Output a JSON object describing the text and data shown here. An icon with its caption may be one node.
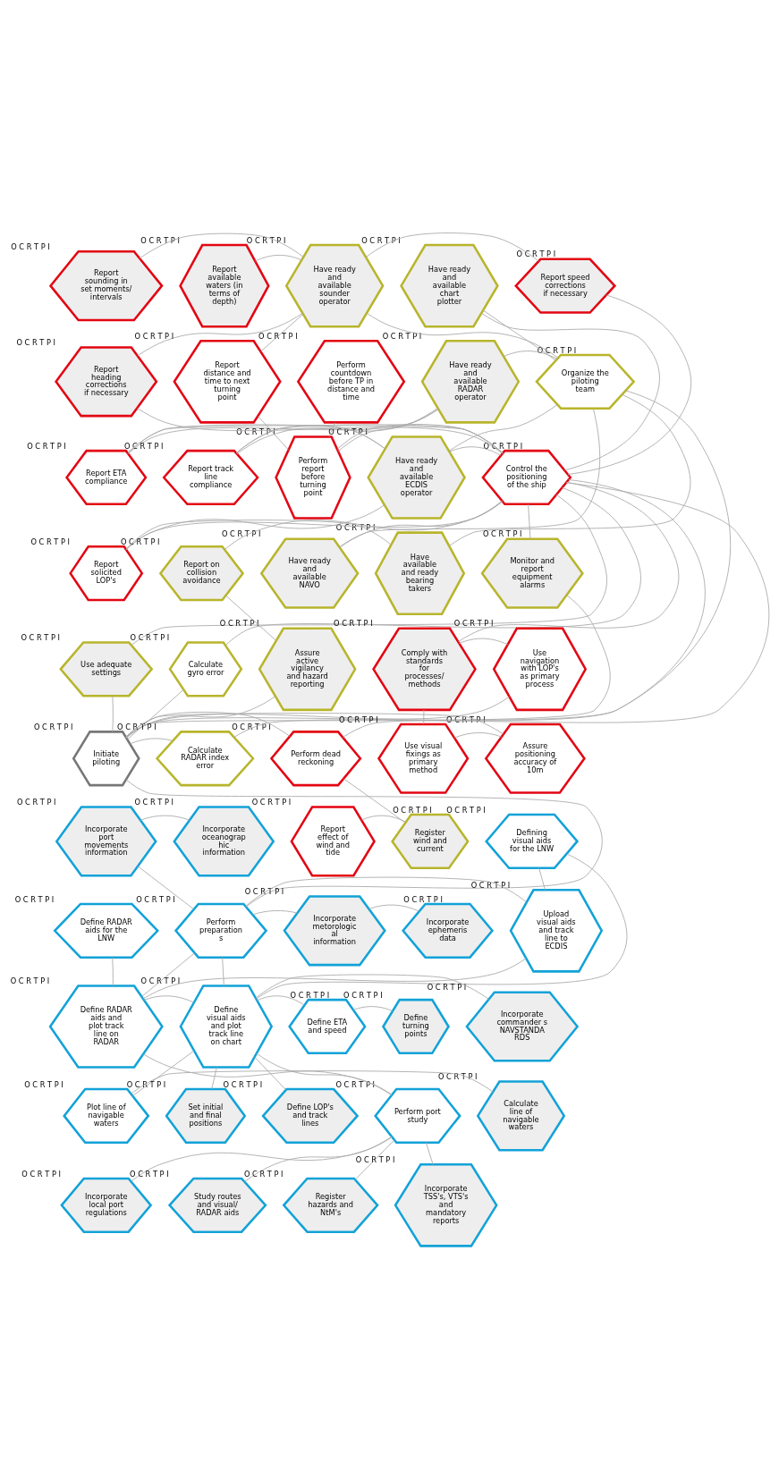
{
  "diagram": {
    "nodes": [
      {
        "text": [
          "Report sounding in set moments/ intervals"
        ],
        "beside": [
          "O",
          "C",
          "R",
          "T",
          "P",
          "I"
        ]
      },
      {
        "text": [
          "Report available waters (in terms of depth)"
        ],
        "beside": [
          "O",
          "C",
          "R",
          "T",
          "P",
          "I"
        ]
      },
      {
        "text": [
          "Have ready and available sounder operator"
        ],
        "beside": [
          "O",
          "C",
          "R",
          "T",
          "P",
          "I"
        ]
      },
      {
        "text": [
          "Have ready and available chart plotter"
        ],
        "beside": [
          "O",
          "C",
          "R",
          "T",
          "P",
          "I"
        ]
      },
      {
        "text": [
          "Report speed corrections if necessary"
        ],
        "beside": [
          "O",
          "C",
          "R",
          "T",
          "P",
          "I"
        ]
      },
      {
        "text": [
          "Report heading corrections if necessary"
        ],
        "beside": [
          "O",
          "C",
          "R",
          "T",
          "P",
          "I"
        ]
      },
      {
        "text": [
          "Report distance and time to next turning point"
        ],
        "beside": [
          "O",
          "C",
          "R",
          "T",
          "P",
          "I"
        ]
      },
      {
        "text": [
          "Perform countdown before TP in distance and time"
        ],
        "beside": [
          "O",
          "C",
          "R",
          "T",
          "P",
          "I"
        ]
      },
      {
        "text": [
          "Have ready and available RADAR operator"
        ],
        "beside": [
          "O",
          "C",
          "R",
          "T",
          "P",
          "I"
        ]
      },
      {
        "text": [
          "Organize the piloting team"
        ],
        "beside": [
          "O",
          "C",
          "R",
          "T",
          "P",
          "I"
        ]
      },
      {
        "text": [
          "Report ETA compliance"
        ],
        "beside": [
          "O",
          "C",
          "R",
          "T",
          "P",
          "I"
        ]
      },
      {
        "text": [
          "Report track line compliance"
        ],
        "beside": [
          "O",
          "C",
          "R",
          "T",
          "P",
          "I"
        ]
      },
      {
        "text": [
          "Perform report before turning point"
        ],
        "beside": [
          "O",
          "C",
          "R",
          "T",
          "P",
          "I"
        ]
      },
      {
        "text": [
          "Have ready and available ECDIS operator"
        ],
        "beside": [
          "O",
          "C",
          "R",
          "T",
          "P",
          "I"
        ]
      },
      {
        "text": [
          "Control the positioning of the ship"
        ],
        "beside": [
          "O",
          "C",
          "R",
          "T",
          "P",
          "I"
        ]
      },
      {
        "text": [
          "Report solicited LOP's"
        ],
        "beside": [
          "O",
          "C",
          "R",
          "T",
          "P",
          "I"
        ]
      },
      {
        "text": [
          "Report on collision avoidance"
        ],
        "beside": [
          "O",
          "C",
          "R",
          "T",
          "P",
          "I"
        ]
      },
      {
        "text": [
          "Have ready and available NAVO"
        ],
        "beside": [
          "O",
          "C",
          "R",
          "T",
          "P",
          "I"
        ]
      },
      {
        "text": [
          "Have available and ready bearing takers"
        ],
        "beside": [
          "O",
          "C",
          "R",
          "T",
          "P",
          "I"
        ]
      },
      {
        "text": [
          "Monitor and report equipment alarms"
        ],
        "beside": [
          "O",
          "C",
          "R",
          "T",
          "P",
          "I"
        ]
      },
      {
        "text": [
          "Use adequate settings"
        ],
        "beside": [
          "O",
          "C",
          "R",
          "T",
          "P",
          "I"
        ]
      },
      {
        "text": [
          "Calculate gyro error"
        ],
        "beside": [
          "O",
          "C",
          "R",
          "T",
          "P",
          "I"
        ]
      },
      {
        "text": [
          "Assure active vigilancy and hazard reporting"
        ],
        "beside": [
          "O",
          "C",
          "R",
          "T",
          "P",
          "I"
        ]
      },
      {
        "text": [
          "Comply with standards for processes/ methods"
        ],
        "beside": [
          "O",
          "C",
          "R",
          "T",
          "P",
          "I"
        ]
      },
      {
        "text": [
          "Use navigation with LOP's as primary process"
        ],
        "beside": [
          "O",
          "C",
          "R",
          "T",
          "P",
          "I"
        ]
      },
      {
        "text": [
          "Initiate piloting"
        ],
        "beside": [
          "O",
          "C",
          "R",
          "T",
          "P",
          "I"
        ]
      },
      {
        "text": [
          "Calculate RADAR index error"
        ],
        "beside": [
          "O",
          "C",
          "R",
          "T",
          "P",
          "I"
        ]
      },
      {
        "text": [
          "Perform dead reckoning"
        ],
        "beside": [
          "O",
          "C",
          "R",
          "T",
          "P",
          "I"
        ]
      },
      {
        "text": [
          "Use visual fixings as primary method"
        ],
        "beside": [
          "O",
          "C",
          "R",
          "T",
          "P",
          "I"
        ]
      },
      {
        "text": [
          "Assure positioning accuracy of 10m"
        ],
        "beside": [
          "O",
          "C",
          "R",
          "T",
          "P",
          "I"
        ]
      },
      {
        "text": [
          "Incorporate port movements information"
        ],
        "beside": [
          "O",
          "C",
          "R",
          "T",
          "P",
          "I"
        ]
      },
      {
        "text": [
          "Incorporate oceanograp hic information"
        ],
        "beside": [
          "O",
          "C",
          "R",
          "T",
          "P",
          "I"
        ]
      },
      {
        "text": [
          "Report effect of wind and tide"
        ],
        "beside": [
          "O",
          "C",
          "R",
          "T",
          "P",
          "I"
        ]
      },
      {
        "text": [
          "Register wind and current"
        ],
        "beside": [
          "O",
          "C",
          "R",
          "T",
          "P",
          "I"
        ]
      },
      {
        "text": [
          "Defining visual aids for the LNW"
        ],
        "beside": [
          "O",
          "C",
          "R",
          "T",
          "P",
          "I"
        ]
      },
      {
        "text": [
          "Define RADAR aids for the LNW"
        ],
        "beside": [
          "O",
          "C",
          "R",
          "T",
          "P",
          "I"
        ]
      },
      {
        "text": [
          "Perform preparation s"
        ],
        "beside": [
          "O",
          "C",
          "R",
          "T",
          "P",
          "I"
        ]
      },
      {
        "text": [
          "Incorporate metorologic al information"
        ],
        "beside": [
          "O",
          "C",
          "R",
          "T",
          "P",
          "I"
        ]
      },
      {
        "text": [
          "Incorporate ephemeris data"
        ],
        "beside": [
          "O",
          "C",
          "R",
          "T",
          "P",
          "I"
        ]
      },
      {
        "text": [
          "Upload visual aids and track line to ECDIS"
        ],
        "beside": [
          "O",
          "C",
          "R",
          "T",
          "P",
          "I"
        ]
      },
      {
        "text": [
          "Define RADAR aids and plot track line on RADAR"
        ],
        "beside": [
          "O",
          "C",
          "R",
          "T",
          "P",
          "I"
        ]
      },
      {
        "text": [
          "Define visual aids and plot track line on chart"
        ],
        "beside": [
          "O",
          "C",
          "R",
          "T",
          "P",
          "I"
        ]
      },
      {
        "text": [
          "Define ETA and speed"
        ],
        "beside": [
          "O",
          "C",
          "R",
          "T",
          "P",
          "I"
        ]
      },
      {
        "text": [
          "Define turning points"
        ],
        "beside": [
          "O",
          "C",
          "R",
          "T",
          "P",
          "I"
        ]
      },
      {
        "text": [
          "Incorporate commander s NAVSTANDA RDS"
        ],
        "beside": [
          "O",
          "C",
          "R",
          "T",
          "P",
          "I"
        ]
      },
      {
        "text": [
          "Plot line of navigable waters"
        ],
        "beside": [
          "O",
          "C",
          "R",
          "T",
          "P",
          "I"
        ]
      },
      {
        "text": [
          "Set initial and final positions"
        ],
        "beside": [
          "O",
          "C",
          "R",
          "T",
          "P",
          "I"
        ]
      },
      {
        "text": [
          "Define LOP's and track lines"
        ],
        "beside": [
          "O",
          "C",
          "R",
          "T",
          "P",
          "I"
        ]
      },
      {
        "text": [
          "Perform port study"
        ],
        "beside": [
          "O",
          "C",
          "R",
          "T",
          "P",
          "I"
        ]
      },
      {
        "text": [
          "Calculate line of navigable waters"
        ],
        "beside": [
          "O",
          "C",
          "R",
          "T",
          "P",
          "I"
        ]
      },
      {
        "text": [
          "Incorporate local port regulations"
        ],
        "beside": [
          "O",
          "C",
          "R",
          "T",
          "P",
          "I"
        ]
      },
      {
        "text": [
          "Study routes and visual/ RADAR aids"
        ],
        "beside": [
          "O",
          "C",
          "R",
          "T",
          "P",
          "I"
        ]
      },
      {
        "text": [
          "Register hazards and NtM's"
        ],
        "beside": [
          "O",
          "C",
          "R",
          "T",
          "P",
          "I"
        ]
      },
      {
        "text": [
          "Incorporate TSS's, VTS's and mandatory reports"
        ],
        "beside": [
          "O",
          "C",
          "R",
          "T",
          "P",
          "I"
        ]
      }
    ],
    "edges": [
      {
        "from": 9,
        "to": 3,
        "arrow": "none"
      },
      {
        "from": 9,
        "to": 2,
        "arrow": "none"
      },
      {
        "from": 9,
        "to": 8,
        "arrow": "none"
      },
      {
        "from": 9,
        "to": 13,
        "arrow": "none"
      },
      {
        "from": 9,
        "to": 17,
        "arrow": "none"
      },
      {
        "from": 9,
        "to": 18,
        "arrow": "none"
      },
      {
        "from": 2,
        "to": 0,
        "arrow": "none"
      },
      {
        "from": 2,
        "to": 1,
        "arrow": "none"
      },
      {
        "from": 2,
        "to": 4,
        "arrow": "none"
      },
      {
        "from": 2,
        "to": 5,
        "arrow": "none"
      },
      {
        "from": 2,
        "to": 6,
        "arrow": "none"
      },
      {
        "from": 8,
        "to": 10,
        "arrow": "none"
      },
      {
        "from": 8,
        "to": 11,
        "arrow": "none"
      },
      {
        "from": 8,
        "to": 12,
        "arrow": "none"
      },
      {
        "from": 13,
        "to": 10,
        "arrow": "none"
      },
      {
        "from": 13,
        "to": 11,
        "arrow": "none"
      },
      {
        "from": 13,
        "to": 14,
        "arrow": "none"
      },
      {
        "from": 13,
        "to": 15,
        "arrow": "none"
      },
      {
        "from": 3,
        "to": 14,
        "arrow": "none"
      },
      {
        "from": 17,
        "to": 14,
        "arrow": "none"
      },
      {
        "from": 18,
        "to": 15,
        "arrow": "none"
      },
      {
        "from": 14,
        "to": 4,
        "arrow": "none"
      },
      {
        "from": 14,
        "to": 5,
        "arrow": "none"
      },
      {
        "from": 14,
        "to": 10,
        "arrow": "none"
      },
      {
        "from": 14,
        "to": 11,
        "arrow": "none"
      },
      {
        "from": 14,
        "to": 12,
        "arrow": "none"
      },
      {
        "from": 12,
        "to": 6,
        "arrow": "none"
      },
      {
        "from": 12,
        "to": 7,
        "arrow": "none"
      },
      {
        "from": 15,
        "to": 14,
        "arrow": "none"
      },
      {
        "from": 19,
        "to": 14,
        "arrow": "none"
      },
      {
        "from": 20,
        "to": 14,
        "arrow": "none"
      },
      {
        "from": 21,
        "to": 14,
        "arrow": "none"
      },
      {
        "from": 26,
        "to": 14,
        "arrow": "none"
      },
      {
        "from": 27,
        "to": 14,
        "arrow": "none"
      },
      {
        "from": 22,
        "to": 16,
        "arrow": "none"
      },
      {
        "from": 16,
        "to": 14,
        "arrow": "none"
      },
      {
        "from": 23,
        "to": 14,
        "arrow": "none"
      },
      {
        "from": 24,
        "to": 23,
        "arrow": "none"
      },
      {
        "from": 28,
        "to": 23,
        "arrow": "none"
      },
      {
        "from": 29,
        "to": 28,
        "arrow": "none"
      },
      {
        "from": 25,
        "to": 9,
        "arrow": "none"
      },
      {
        "from": 25,
        "to": 19,
        "arrow": "none"
      },
      {
        "from": 25,
        "to": 20,
        "arrow": "none"
      },
      {
        "from": 25,
        "to": 21,
        "arrow": "none"
      },
      {
        "from": 25,
        "to": 26,
        "arrow": "none"
      },
      {
        "from": 25,
        "to": 22,
        "arrow": "none"
      },
      {
        "from": 25,
        "to": 27,
        "arrow": "none"
      },
      {
        "from": 25,
        "to": 24,
        "arrow": "none"
      },
      {
        "from": 25,
        "to": 29,
        "arrow": "none"
      },
      {
        "from": 33,
        "to": 27,
        "arrow": "none"
      },
      {
        "from": 33,
        "to": 32,
        "arrow": "none"
      },
      {
        "from": 36,
        "to": 25,
        "arrow": "none"
      },
      {
        "from": 30,
        "to": 36,
        "arrow": "none"
      },
      {
        "from": 31,
        "to": 30,
        "arrow": "none"
      },
      {
        "from": 37,
        "to": 36,
        "arrow": "none"
      },
      {
        "from": 38,
        "to": 37,
        "arrow": "none"
      },
      {
        "from": 39,
        "to": 34,
        "arrow": "none"
      },
      {
        "from": 40,
        "to": 35,
        "arrow": "none"
      },
      {
        "from": 39,
        "to": 36,
        "arrow": "none"
      },
      {
        "from": 40,
        "to": 36,
        "arrow": "none"
      },
      {
        "from": 41,
        "to": 36,
        "arrow": "none"
      },
      {
        "from": 41,
        "to": 34,
        "arrow": "none"
      },
      {
        "from": 40,
        "to": 39,
        "arrow": "none"
      },
      {
        "from": 41,
        "to": 40,
        "arrow": "none"
      },
      {
        "from": 42,
        "to": 41,
        "arrow": "none"
      },
      {
        "from": 43,
        "to": 42,
        "arrow": "none"
      },
      {
        "from": 44,
        "to": 41,
        "arrow": "none"
      },
      {
        "from": 45,
        "to": 41,
        "arrow": "none"
      },
      {
        "from": 46,
        "to": 41,
        "arrow": "none"
      },
      {
        "from": 47,
        "to": 41,
        "arrow": "none"
      },
      {
        "from": 48,
        "to": 41,
        "arrow": "none"
      },
      {
        "from": 48,
        "to": 40,
        "arrow": "none"
      },
      {
        "from": 49,
        "to": 45,
        "arrow": "none"
      },
      {
        "from": 50,
        "to": 48,
        "arrow": "none"
      },
      {
        "from": 51,
        "to": 48,
        "arrow": "none"
      },
      {
        "from": 52,
        "to": 48,
        "arrow": "none"
      },
      {
        "from": 53,
        "to": 48,
        "arrow": "none"
      }
    ]
  }
}
